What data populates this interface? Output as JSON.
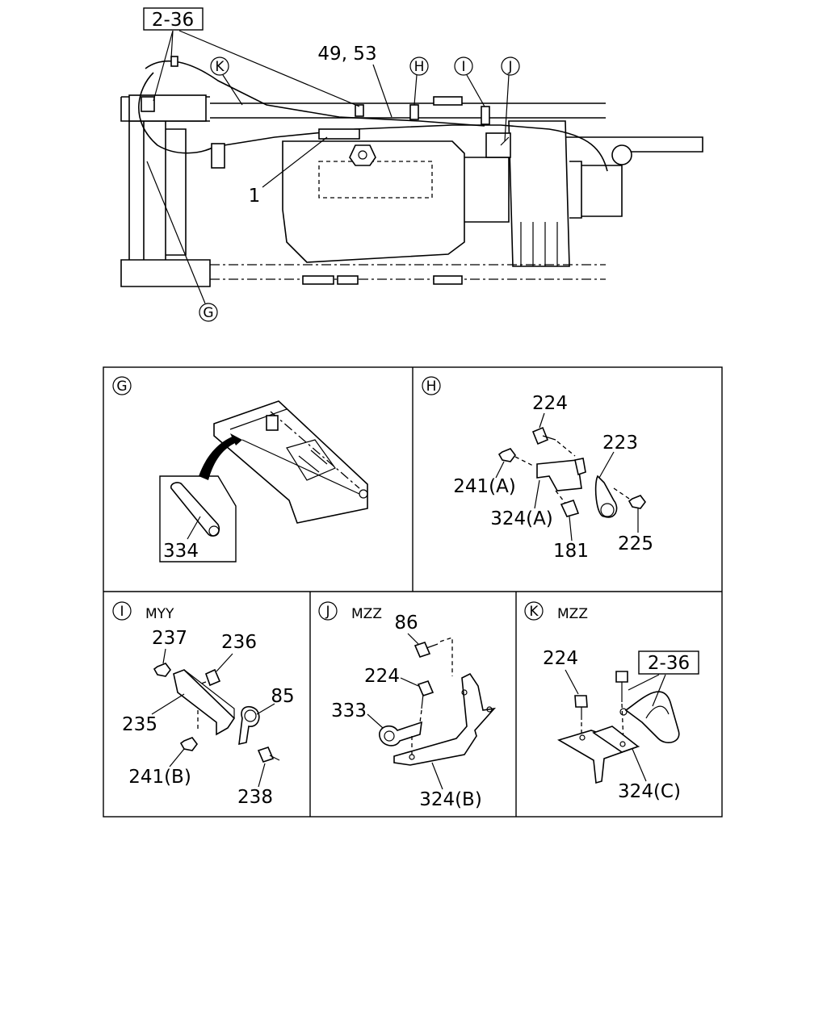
{
  "main_view": {
    "ref_box": "2-36",
    "labels": {
      "parts_49_53": "49, 53",
      "part_1": "1"
    },
    "callouts": {
      "K": "K",
      "H": "H",
      "I": "I",
      "J": "J",
      "G": "G"
    }
  },
  "panels": {
    "G": {
      "letter": "G",
      "code": "",
      "parts": {
        "p334": "334"
      }
    },
    "H": {
      "letter": "H",
      "code": "",
      "parts": {
        "p224": "224",
        "p223": "223",
        "p241a": "241(A)",
        "p324a": "324(A)",
        "p181": "181",
        "p225": "225"
      }
    },
    "I": {
      "letter": "I",
      "code": "MYY",
      "parts": {
        "p237": "237",
        "p236": "236",
        "p85": "85",
        "p235": "235",
        "p241b": "241(B)",
        "p238": "238"
      }
    },
    "J": {
      "letter": "J",
      "code": "MZZ",
      "parts": {
        "p86": "86",
        "p224": "224",
        "p333": "333",
        "p324b": "324(B)"
      }
    },
    "K": {
      "letter": "K",
      "code": "MZZ",
      "parts": {
        "p224": "224",
        "ref": "2-36",
        "p324c": "324(C)"
      }
    }
  }
}
